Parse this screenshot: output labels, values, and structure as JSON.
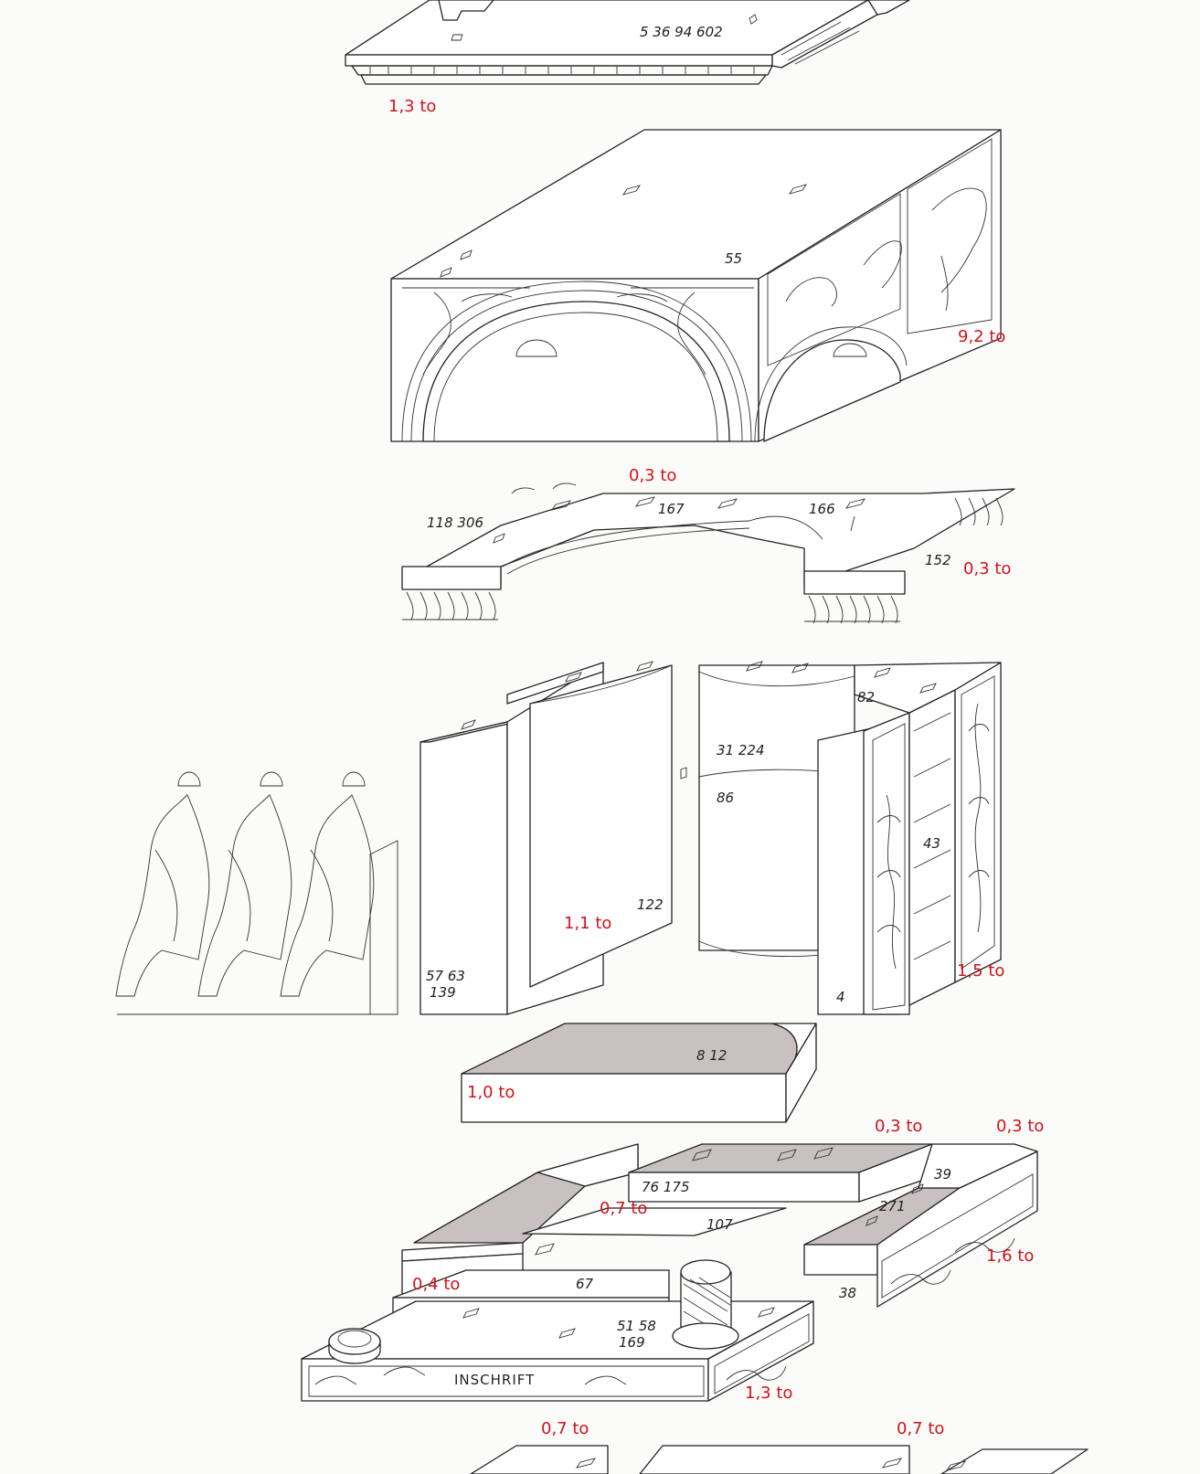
{
  "weights": {
    "cornice": "1,3 to",
    "arch_block": "9,2 to",
    "capitals_top": "0,3 to",
    "capitals_right": "0,3 to",
    "walls_left": "1,1 to",
    "walls_right": "1,5 to",
    "floor_slab": "1,0 to",
    "podium_top_mid": "0,3 to",
    "podium_top_right": "0,3 to",
    "podium_center": "0,7 to",
    "podium_right": "1,6 to",
    "podium_left": "0,4 to",
    "base_front": "1,3 to",
    "foot_left": "0,7 to",
    "foot_right": "0,7 to"
  },
  "block_numbers": {
    "cornice": "5 36 94 602",
    "arch": "55",
    "cap_left": "118 306",
    "cap_mid1": "167",
    "cap_mid2": "166",
    "cap_right": "152",
    "wall_a": "57 63",
    "wall_a2": "139",
    "wall_b": "122",
    "wall_c": "31 224",
    "wall_c2": "86",
    "wall_d": "82",
    "wall_e": "43",
    "wall_f": "4",
    "slab": "8 12",
    "pod_a": "76 175",
    "pod_b": "39",
    "pod_c": "271",
    "pod_d": "107",
    "pod_e": "67",
    "pod_f": "38",
    "base_a": "51 58",
    "base_b": "169"
  },
  "inscription": "INSCHRIFT"
}
